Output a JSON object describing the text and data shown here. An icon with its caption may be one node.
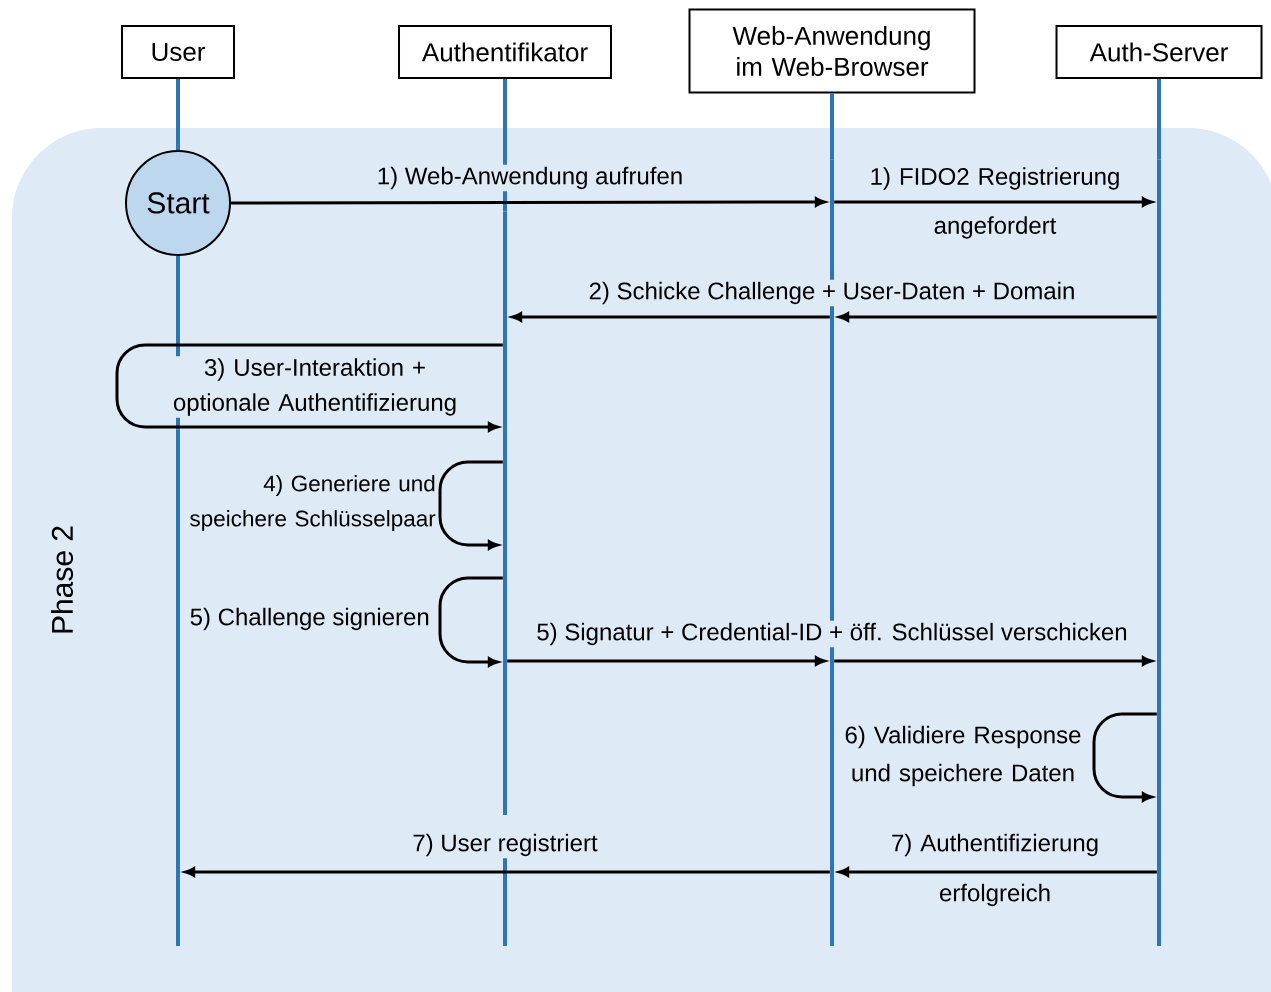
{
  "diagram": {
    "nodes": [
      {
        "text": [
          "User"
        ]
      },
      {
        "text": [
          "Authentifikator"
        ]
      },
      {
        "text": [
          "Web-Anwendung im Web-Browser"
        ]
      },
      {
        "text": [
          "Auth-Server"
        ]
      },
      {
        "text": [
          "Phase 2"
        ]
      },
      {
        "text": [
          "Start"
        ],
        "in": 4
      },
      {
        "text": [],
        "shape": "bar",
        "in": 4
      },
      {
        "text": [],
        "shape": "bar",
        "in": 4
      },
      {
        "text": [],
        "shape": "bar",
        "in": 4
      },
      {
        "text": [],
        "shape": "bar",
        "in": 4
      }
    ],
    "edges": [
      {
        "from": 5,
        "to": 8,
        "arrow": "to",
        "label": "1) Web-Anwendung aufrufen"
      },
      {
        "from": 8,
        "to": 9,
        "arrow": "to",
        "label": "1) FIDO2 Registrierung angefordert"
      },
      {
        "from": 9,
        "to": 8,
        "arrow": "to",
        "label": "2) Schicke Challenge + User-Daten + Domain"
      },
      {
        "from": 8,
        "to": 7,
        "arrow": "to"
      },
      {
        "from": 7,
        "to": 7,
        "arrow": "to",
        "label": "3) User-Interaktion + optionale Authentifizierung"
      },
      {
        "from": 7,
        "to": 7,
        "arrow": "to",
        "label": "4) Generiere und speichere Schlüsselpaar"
      },
      {
        "from": 7,
        "to": 7,
        "arrow": "to",
        "label": "5) Challenge signieren"
      },
      {
        "from": 7,
        "to": 8,
        "arrow": "to",
        "label": "5) Signatur + Credential-ID + öff. Schlüssel verschicken"
      },
      {
        "from": 8,
        "to": 9,
        "arrow": "to"
      },
      {
        "from": 9,
        "to": 9,
        "arrow": "to",
        "label": "6) Validiere Response und speichere Daten"
      },
      {
        "from": 9,
        "to": 8,
        "arrow": "to",
        "label": "7) Authentifizierung erfolgreich"
      },
      {
        "from": 8,
        "to": 6,
        "arrow": "to",
        "label": "7) User registriert"
      },
      {
        "from": 0,
        "to": 5,
        "arrow": "none",
        "color": "#2e75b6"
      },
      {
        "from": 5,
        "to": 6,
        "arrow": "none",
        "color": "#2e75b6"
      },
      {
        "from": 1,
        "to": 7,
        "arrow": "none",
        "color": "#2e75b6"
      },
      {
        "from": 2,
        "to": 8,
        "arrow": "none",
        "color": "#2e75b6"
      },
      {
        "from": 3,
        "to": 9,
        "arrow": "none",
        "color": "#2e75b6"
      }
    ]
  }
}
